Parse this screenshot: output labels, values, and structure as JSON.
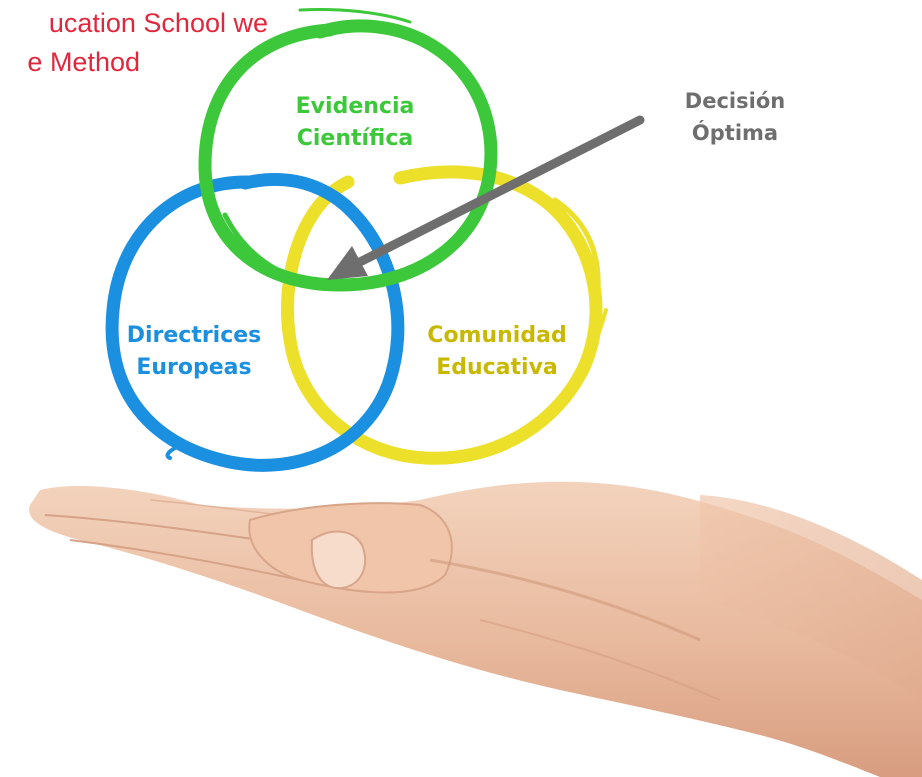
{
  "caption": {
    "line1": "ucation School we",
    "line2": "e Method"
  },
  "diagram": {
    "circles": [
      {
        "key": "evidence",
        "lines": [
          "Evidencia",
          "Científica"
        ],
        "color": "#3cc83a"
      },
      {
        "key": "european",
        "lines": [
          "Directrices",
          "Europeas"
        ],
        "color": "#1b8fe0"
      },
      {
        "key": "community",
        "lines": [
          "Comunidad",
          "Educativa"
        ],
        "color": "#d8c400"
      }
    ],
    "pointer": {
      "lines": [
        "Decisión",
        "Óptima"
      ],
      "color": "#6e6e6e"
    },
    "ring_colors": {
      "green": "#3cc83a",
      "blue": "#1b8fe0",
      "yellow": "#ede02a",
      "yellow_text": "#c9b800"
    },
    "hand_icon": "open-palm-hand"
  }
}
